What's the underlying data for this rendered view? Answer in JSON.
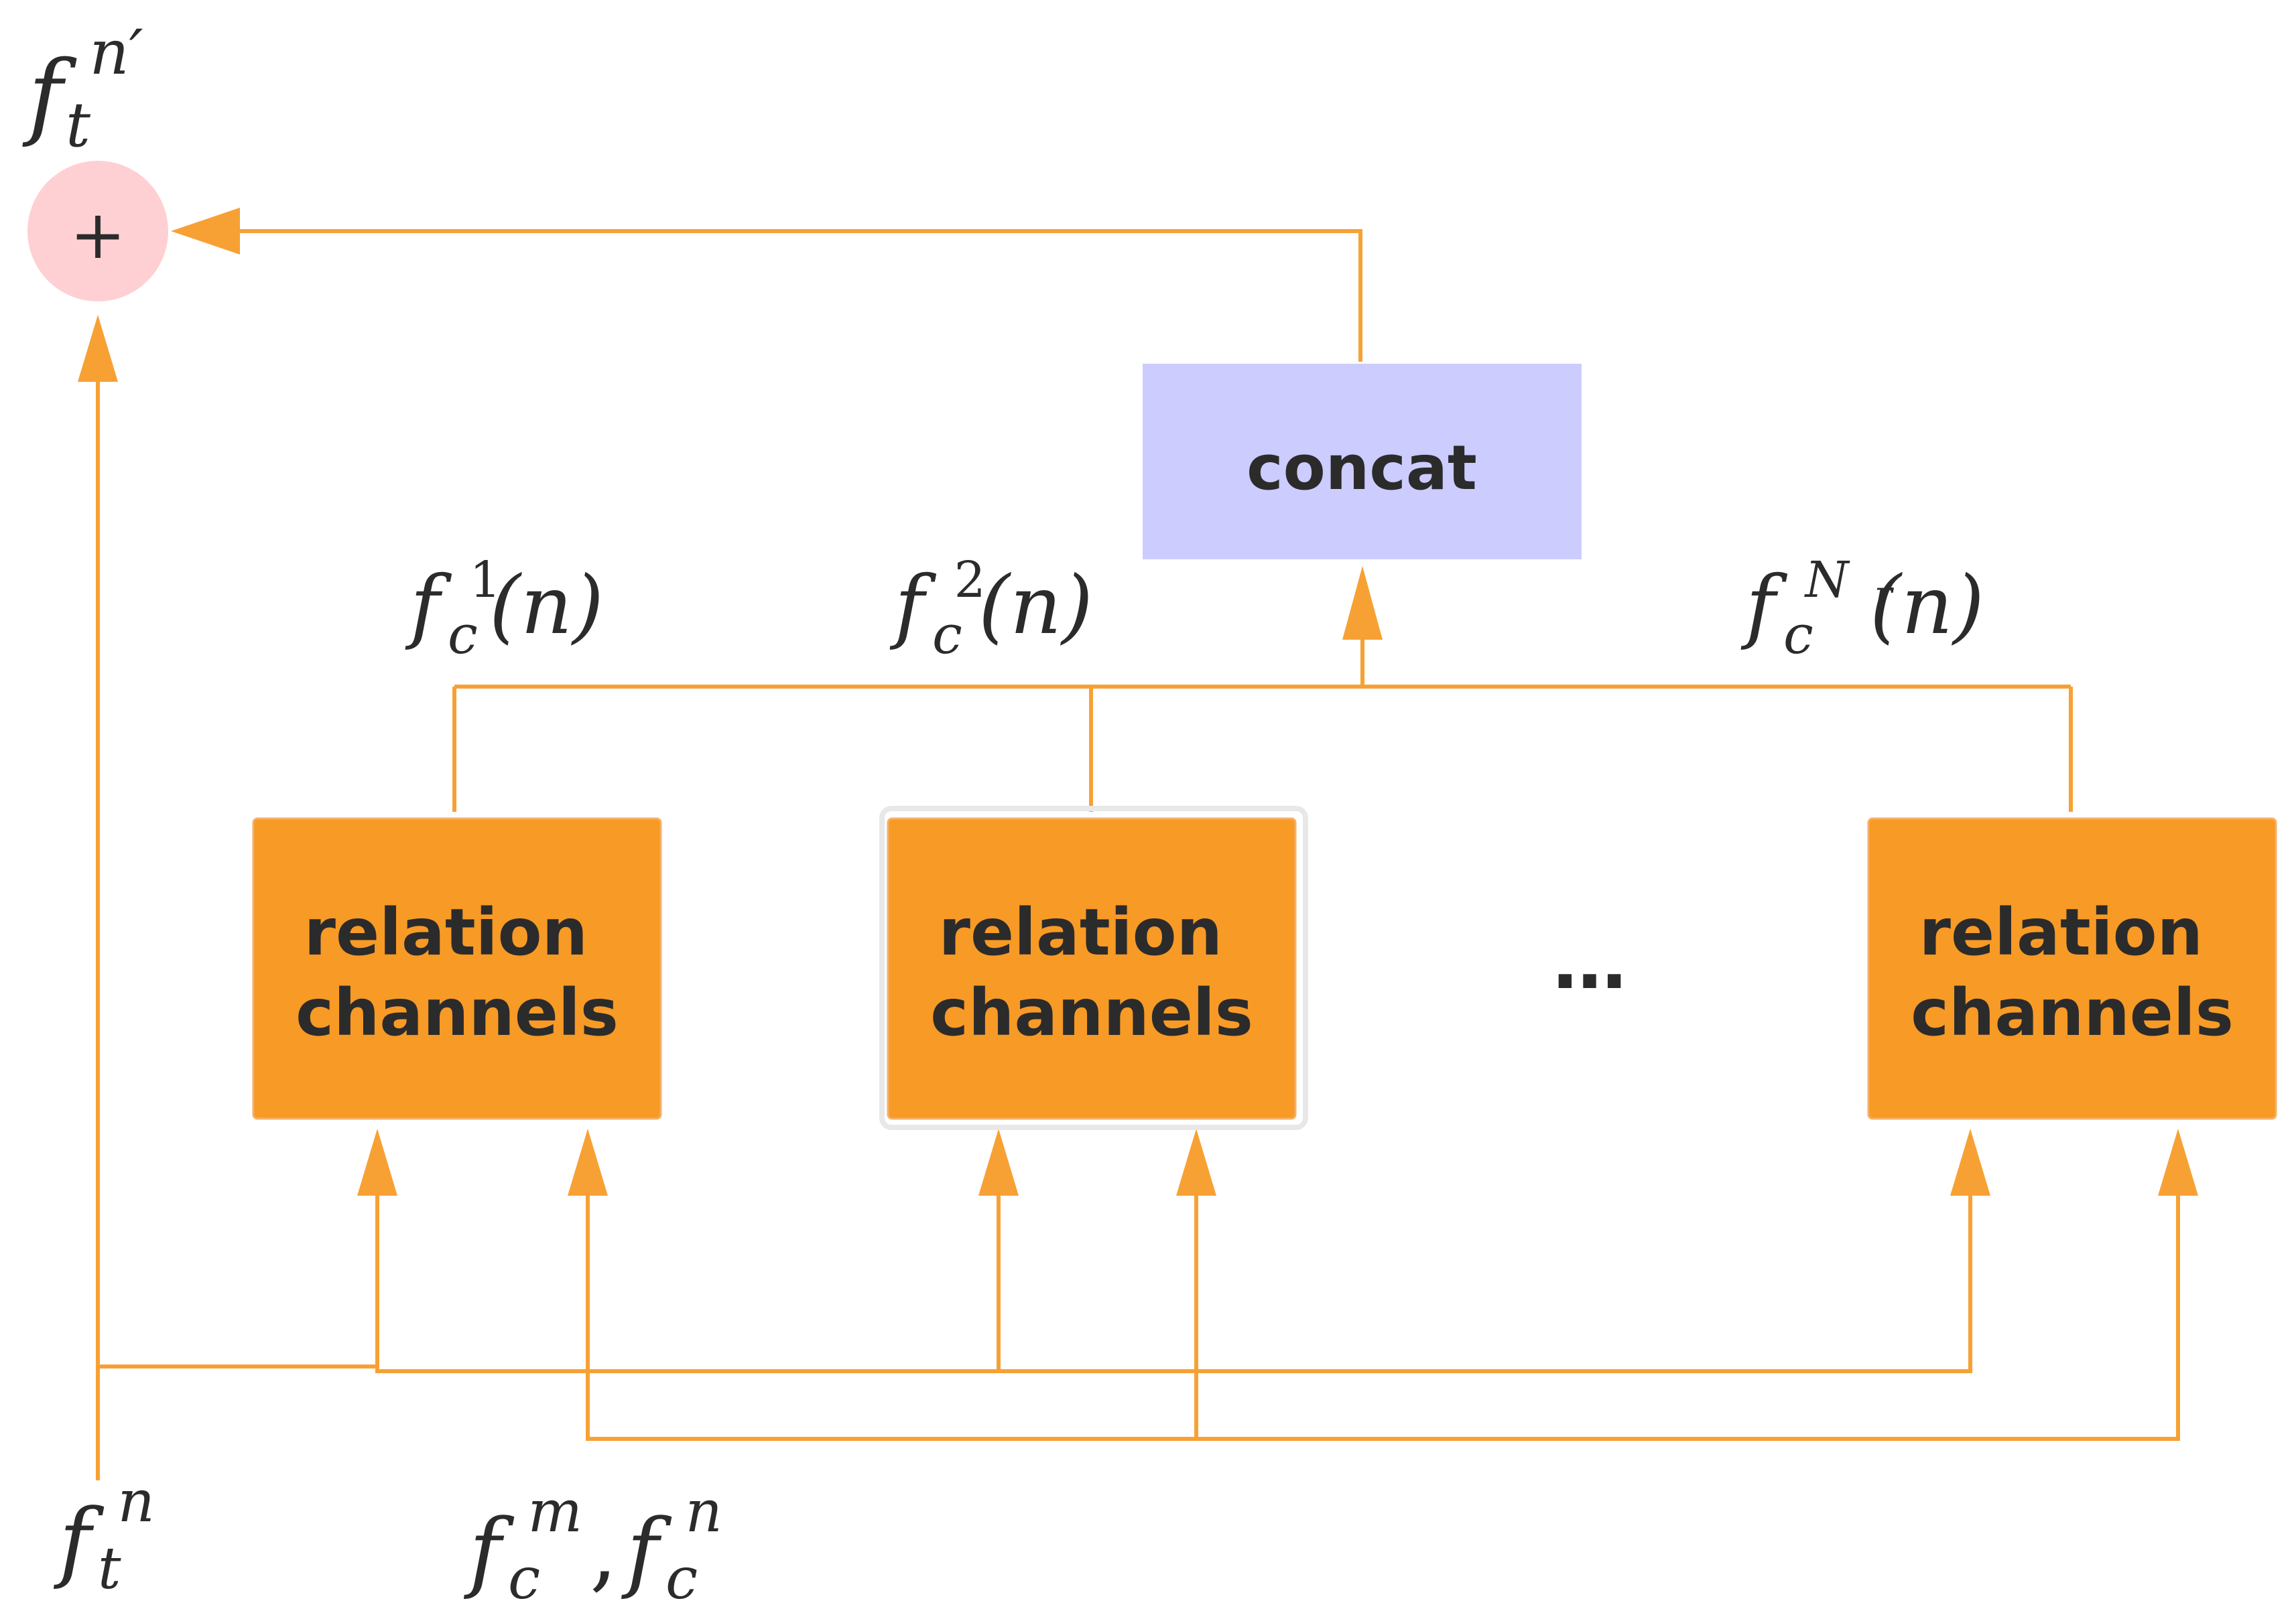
{
  "colors": {
    "line": "#F7A135",
    "channel_fill": "#F89A26",
    "channel_border": "#F5B065",
    "concat_fill": "#CCCCFF",
    "sum_fill": "#FFD0D3",
    "text": "#2B2B2B"
  },
  "sum_node": {
    "symbol": "+",
    "output_label": {
      "base": "f",
      "sup": "n′",
      "sub": "t"
    }
  },
  "concat_box": {
    "label": "concat"
  },
  "relation_channels": [
    {
      "line1": "relation",
      "line2": "channels"
    },
    {
      "line1": "relation",
      "line2": "channels"
    },
    {
      "line1": "relation",
      "line2": "channels"
    }
  ],
  "ellipsis": "…",
  "channel_outputs": [
    {
      "base": "f",
      "sub": "c",
      "sup": "1",
      "arg": "(n)"
    },
    {
      "base": "f",
      "sub": "c",
      "sup": "2",
      "arg": "(n)"
    },
    {
      "base": "f",
      "sub": "c",
      "sup": "N",
      "sup_sub": "r",
      "arg": "(n)"
    }
  ],
  "inputs": {
    "target": {
      "base": "f",
      "sub": "t",
      "sup": "n"
    },
    "context": {
      "first": {
        "base": "f",
        "sub": "c",
        "sup": "m"
      },
      "separator": ",",
      "second": {
        "base": "f",
        "sub": "c",
        "sup": "n"
      }
    }
  }
}
